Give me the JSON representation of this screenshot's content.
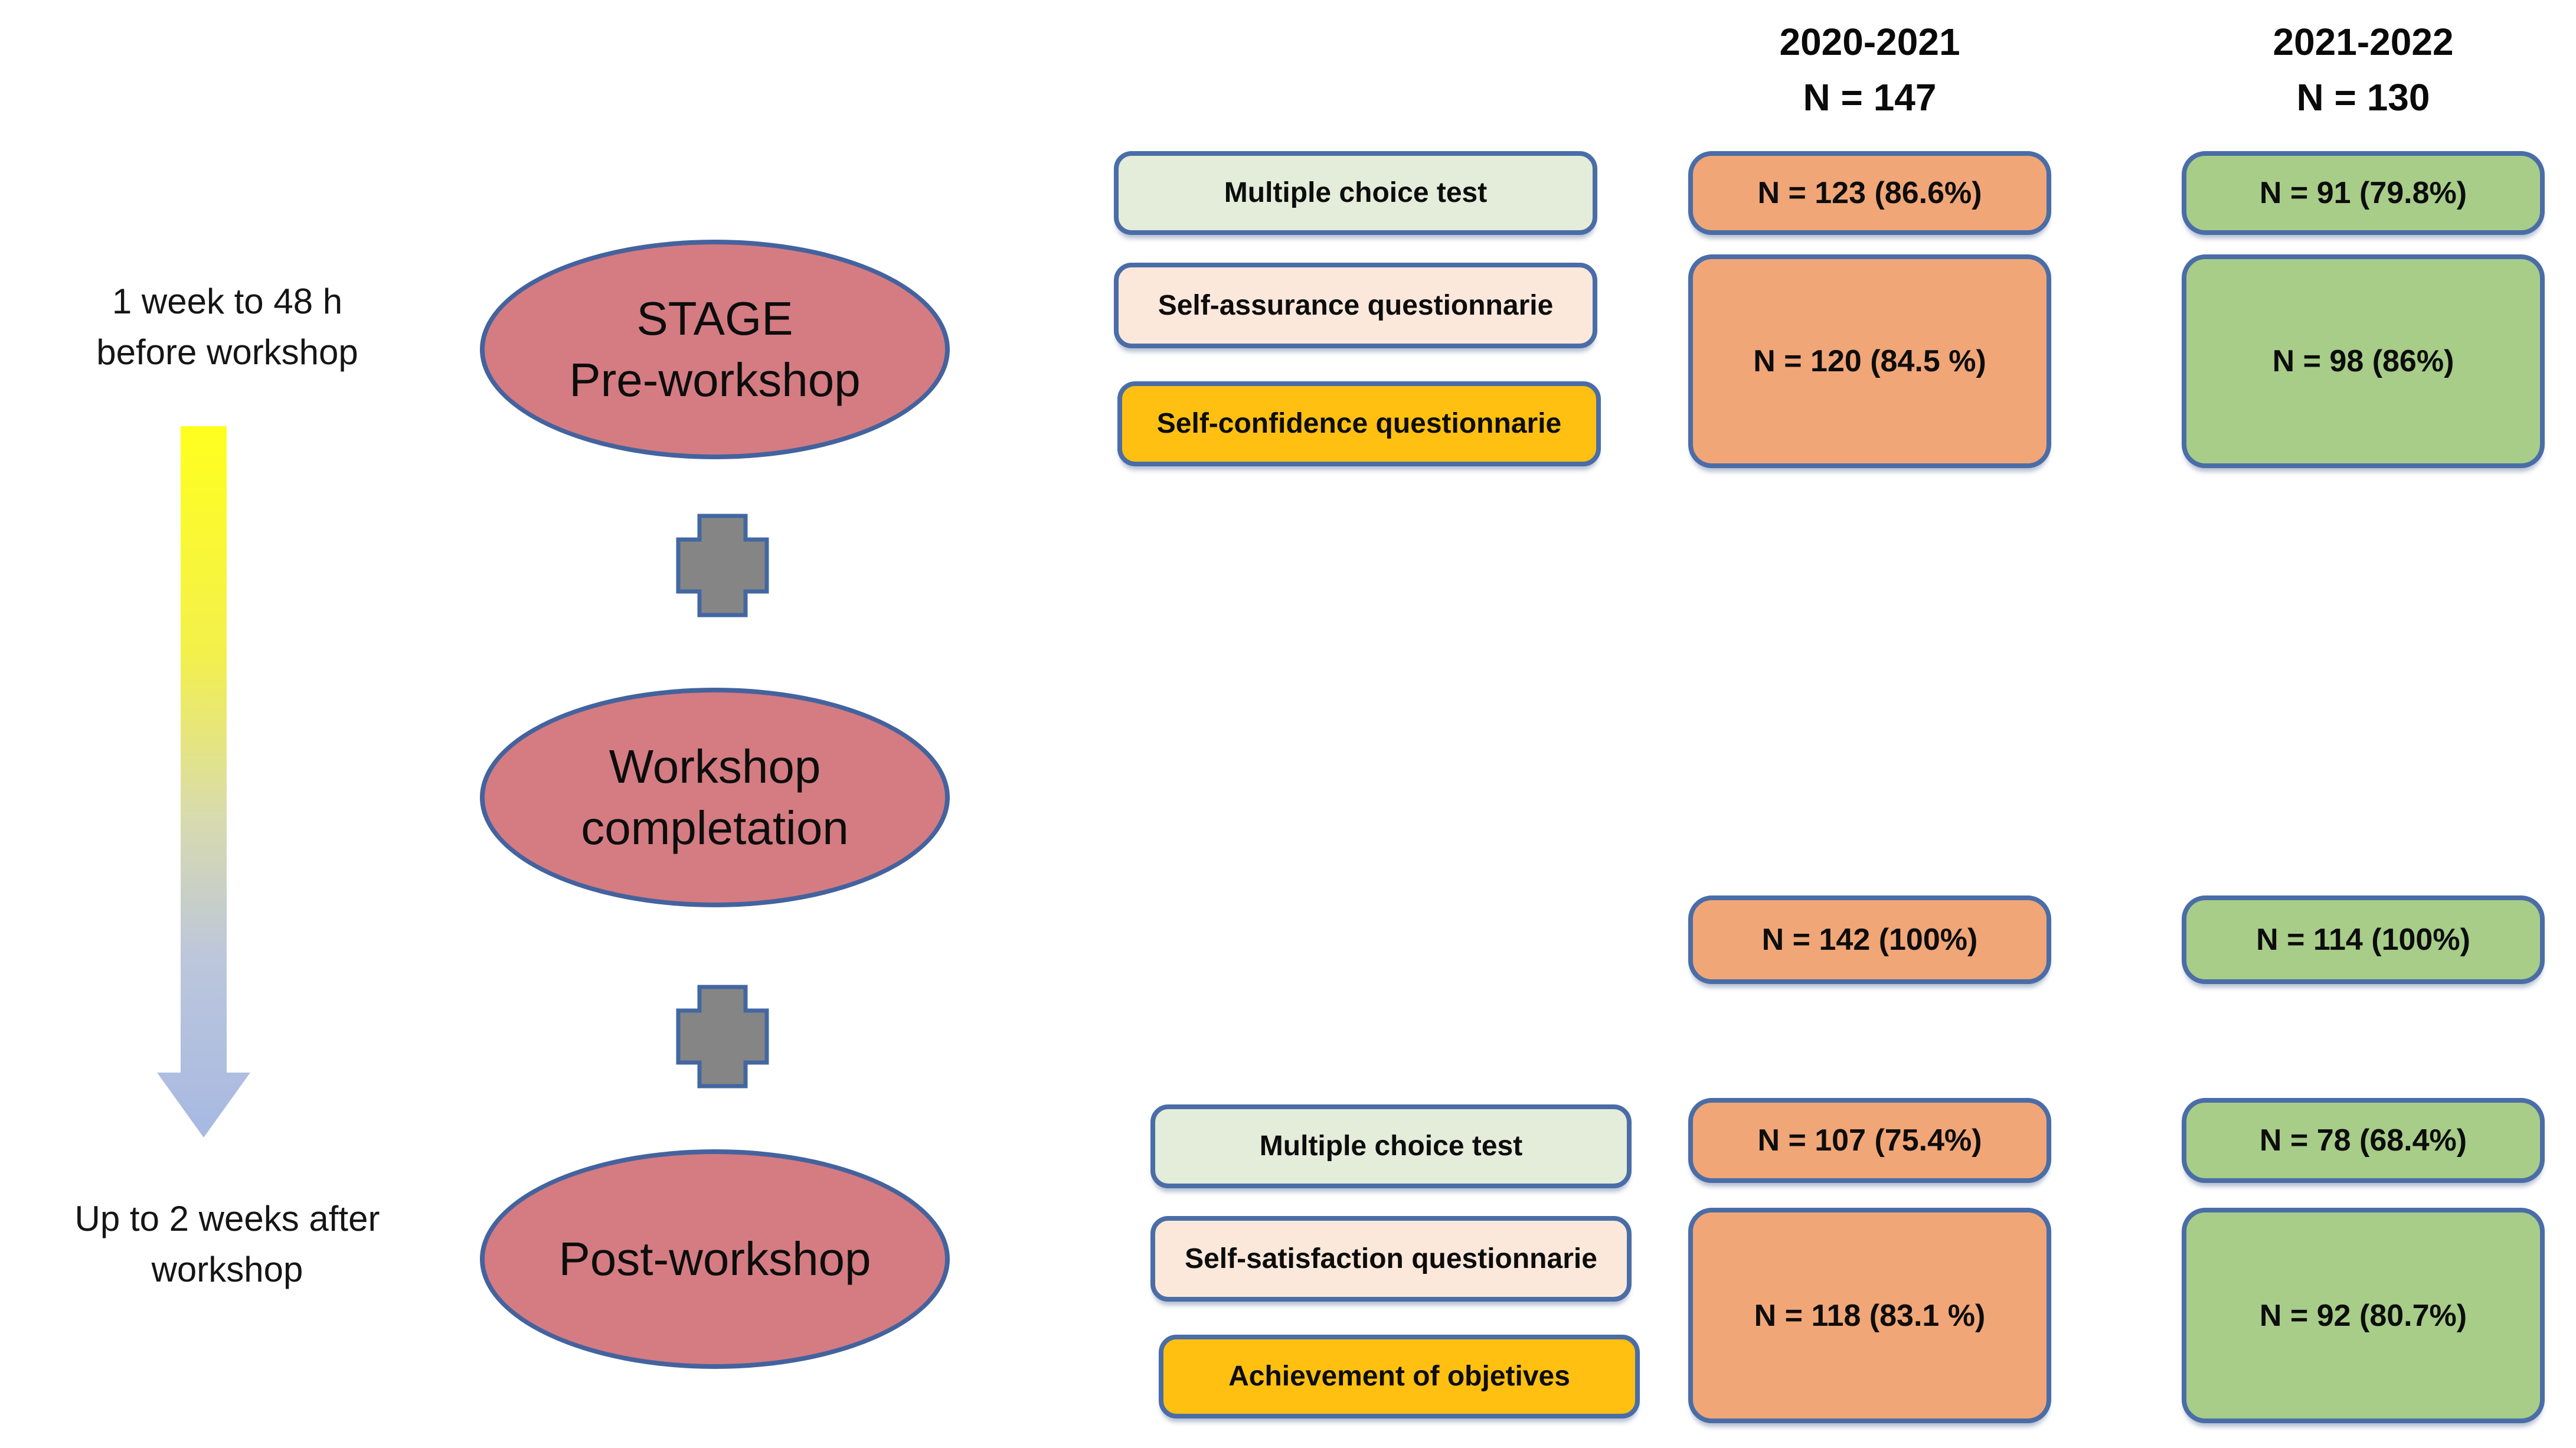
{
  "colors": {
    "ellipse_fill": "#D47C82",
    "ellipse_border": "#44639E",
    "plus_fill": "#858585",
    "plus_border": "#4367A1",
    "box_border": "#4A6DA7",
    "orange_box": "#F1A677",
    "green_box": "#A7CD89",
    "light_green_box": "#E4ECDA",
    "pale_pink_box": "#FBE8DB",
    "yellow_box": "#FFC011",
    "arrow_gradient_top": "#FFFF1E",
    "arrow_gradient_bottom": "#A7B9E2"
  },
  "timeline": {
    "before_line1": "1 week to 48 h",
    "before_line2": "before workshop",
    "after_line1": "Up to 2 weeks after",
    "after_line2": "workshop"
  },
  "stages": {
    "pre_line1": "STAGE",
    "pre_line2": "Pre-workshop",
    "completion_line1": "Workshop",
    "completion_line2": "completation",
    "post": "Post-workshop"
  },
  "cohorts": [
    {
      "year": "2020-2021",
      "n": "N = 147"
    },
    {
      "year": "2021-2022",
      "n": "N = 130"
    }
  ],
  "pre": {
    "instruments": {
      "mc": "Multiple choice test",
      "assurance": "Self-assurance questionnarie",
      "confidence": "Self-confidence questionnarie"
    },
    "values": {
      "mc_2020": "N = 123 (86.6%)",
      "mc_2021": "N = 91 (79.8%)",
      "quest_2020": "N = 120 (84.5 %)",
      "quest_2021": "N = 98 (86%)"
    }
  },
  "completion": {
    "values": {
      "v_2020": "N = 142 (100%)",
      "v_2021": "N = 114 (100%)"
    }
  },
  "post": {
    "instruments": {
      "mc": "Multiple choice test",
      "satisfaction": "Self-satisfaction questionnarie",
      "achievement": "Achievement of objetives"
    },
    "values": {
      "mc_2020": "N = 107 (75.4%)",
      "mc_2021": "N = 78 (68.4%)",
      "quest_2020": "N = 118 (83.1 %)",
      "quest_2021": "N = 92 (80.7%)"
    }
  }
}
